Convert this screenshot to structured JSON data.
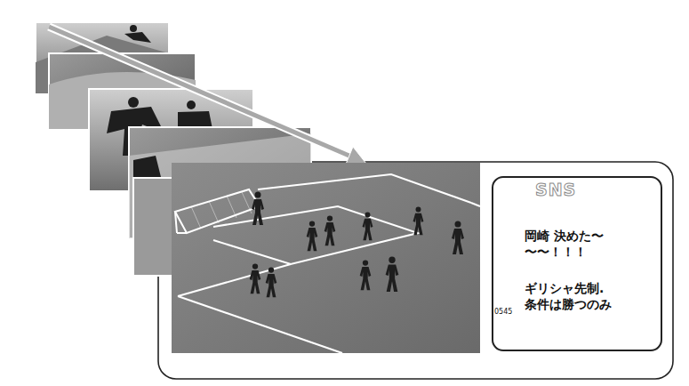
{
  "diagram": {
    "nodes": [
      {
        "text": [
          "SNS",
          "岡崎 決めた〜 〜〜！！！",
          "ギリシャ先制. 条件は勝つのみ",
          "0545"
        ]
      }
    ]
  }
}
